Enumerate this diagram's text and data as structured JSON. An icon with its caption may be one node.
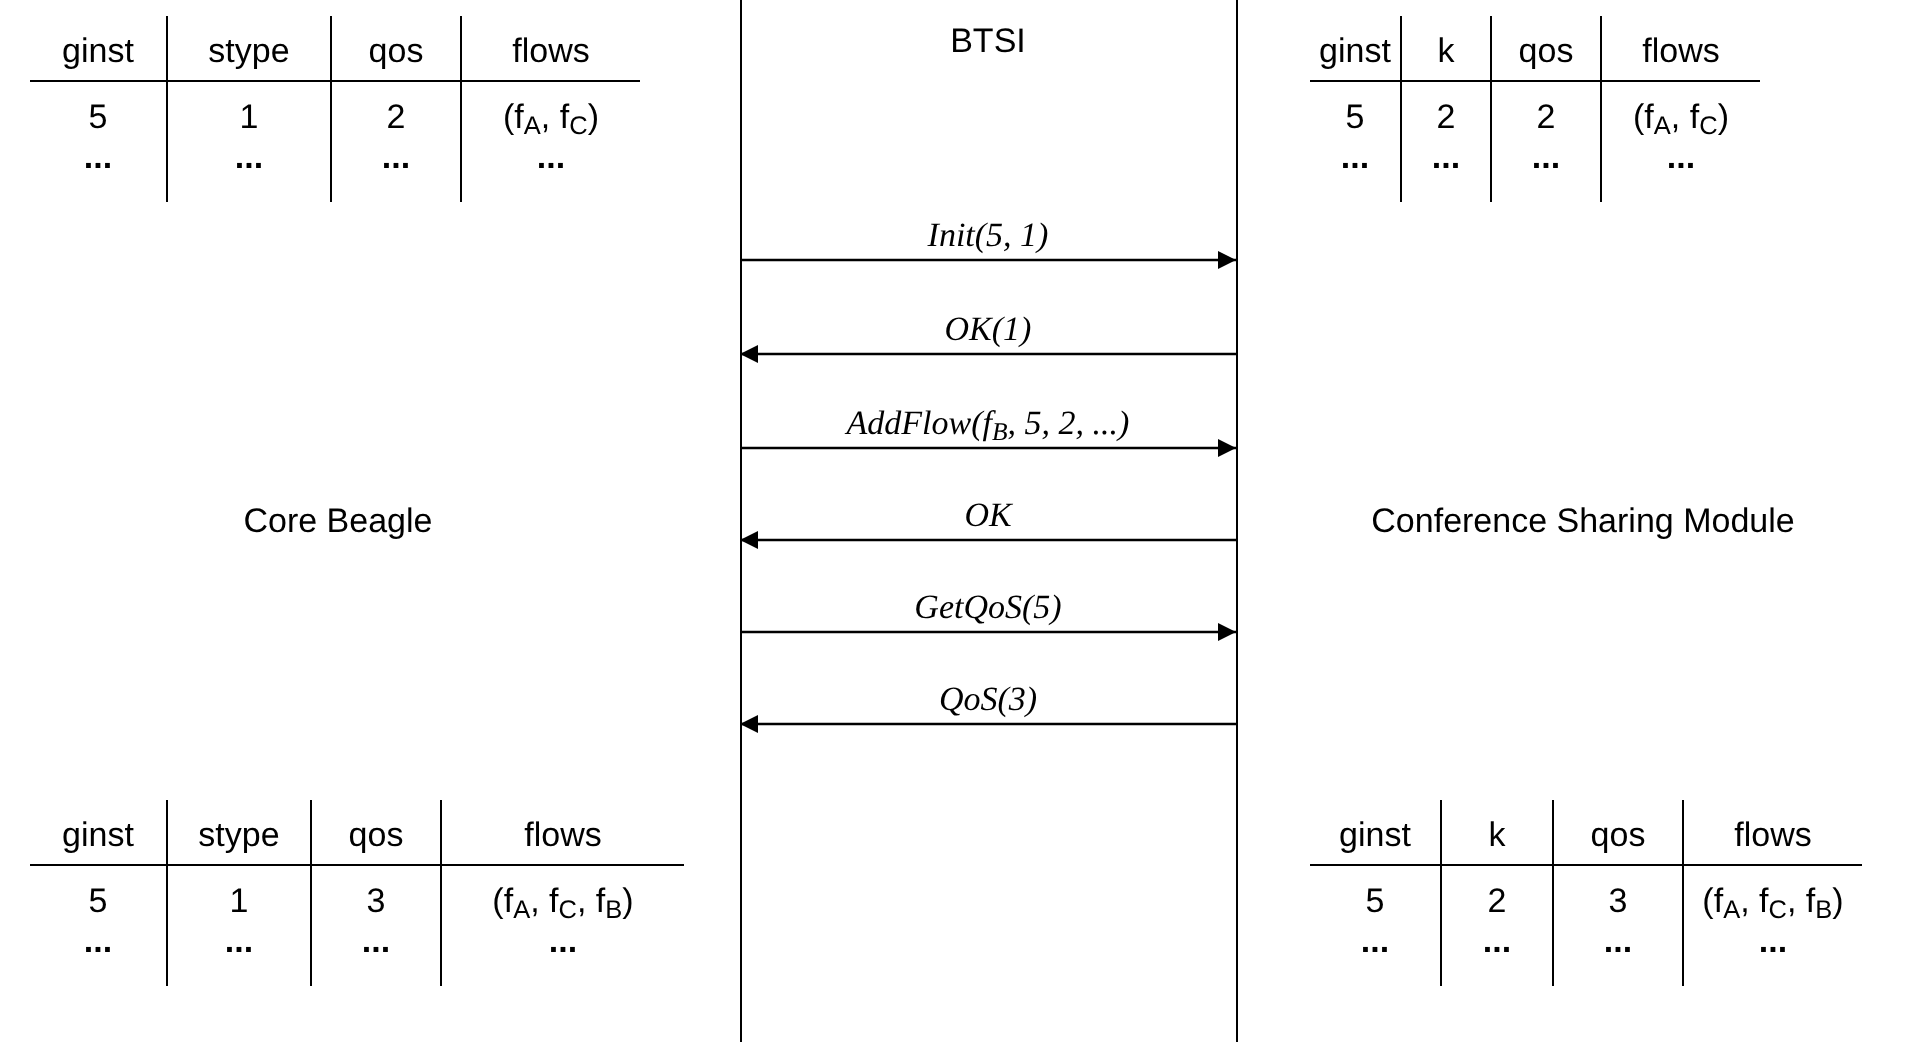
{
  "diagram": {
    "nodes": [
      {
        "text": [
          "Core Beagle"
        ]
      },
      {
        "text": [
          "BTSI"
        ]
      },
      {
        "text": [
          "Conference Sharing Module"
        ]
      }
    ],
    "edges": [
      {
        "from": 0,
        "to": 2,
        "arrow": "to",
        "label": "Init(5, 1)"
      },
      {
        "from": 2,
        "to": 0,
        "arrow": "to",
        "label": "OK(1)"
      },
      {
        "from": 0,
        "to": 2,
        "arrow": "to",
        "label": "AddFlow(f$_{B}$, 5, 2, ...)"
      },
      {
        "from": 2,
        "to": 0,
        "arrow": "to",
        "label": "OK"
      },
      {
        "from": 0,
        "to": 2,
        "arrow": "to",
        "label": "GetQoS(5)"
      },
      {
        "from": 2,
        "to": 0,
        "arrow": "to",
        "label": "QoS(3)"
      }
    ],
    "labels": [
      "ginst",
      "stype",
      "qos",
      "flows",
      "5",
      "1",
      "2",
      "(f$_{A}$, f$_{C}$)",
      "...",
      "...",
      "...",
      "...",
      "ginst",
      "k",
      "qos",
      "flows",
      "5",
      "2",
      "2",
      "(f$_{A}$, f$_{C}$)",
      "...",
      "...",
      "...",
      "...",
      "ginst",
      "stype",
      "qos",
      "flows",
      "5",
      "1",
      "3",
      "(f$_{A}$, f$_{C}$, f$_{B}$)",
      "...",
      "...",
      "...",
      "...",
      "ginst",
      "k",
      "qos",
      "flows",
      "5",
      "2",
      "3",
      "(f$_{A}$, f$_{C}$, f$_{B}$)",
      "...",
      "...",
      "...",
      "..."
    ]
  }
}
